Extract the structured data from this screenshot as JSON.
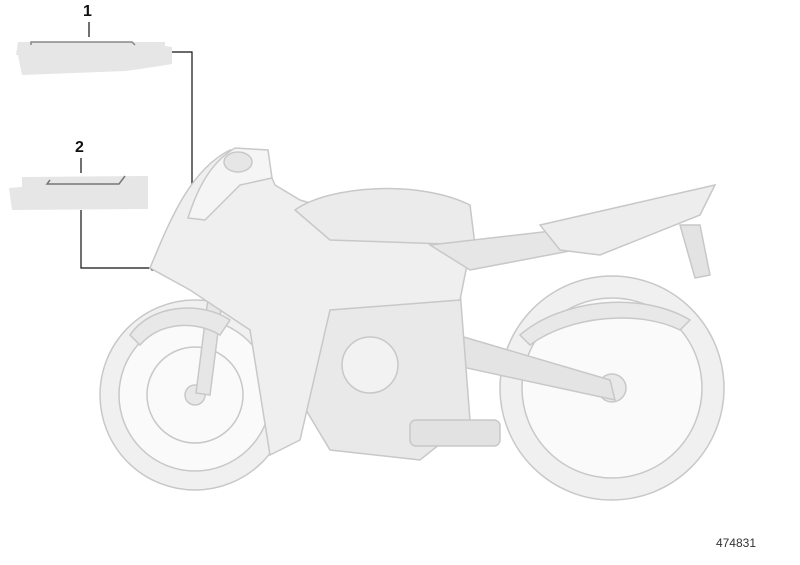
{
  "diagram": {
    "type": "parts-illustration",
    "subject": "sport motorcycle side view",
    "diagram_number": "474831",
    "callouts": [
      {
        "number": "1",
        "part": "decal strip (upper)",
        "target": "upper front fairing"
      },
      {
        "number": "2",
        "part": "decal strip (lower)",
        "target": "lower front fairing tip"
      }
    ],
    "colors": {
      "part_fill": "#e6e6e6",
      "line": "#111111",
      "bike_fill": "#eeeeee",
      "bike_stroke": "#c8c8c8"
    }
  }
}
